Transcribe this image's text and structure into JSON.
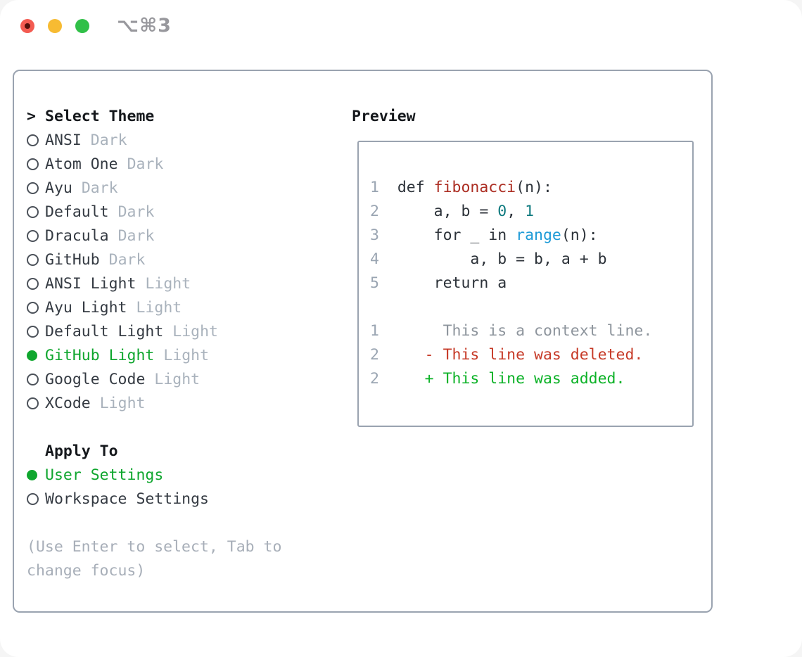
{
  "window": {
    "shortcut_label": "⌥⌘3"
  },
  "colors": {
    "accent_green": "#0fa62e",
    "panel_border": "#9aa3b0",
    "header_text": "#15181c",
    "item_text": "#343a42",
    "variant_text": "#a9b2bc",
    "hint_text": "#a7aeb8",
    "radio_ring": "#4c525a",
    "lineno": "#9aa5b2",
    "plain": "#2c3239",
    "func": "#ac2e23",
    "num": "#0e7a7f",
    "builtin": "#1e9bd7",
    "context": "#8d949c",
    "deleted": "#c63a27",
    "added": "#0cb227",
    "traffic_red": "#f35b51",
    "traffic_yellow": "#f7bb32",
    "traffic_green": "#31c048"
  },
  "theme_panel": {
    "title": "Select Theme",
    "cursor": ">",
    "items": [
      {
        "name": "ANSI",
        "variant": "Dark",
        "selected": false
      },
      {
        "name": "Atom One",
        "variant": "Dark",
        "selected": false
      },
      {
        "name": "Ayu",
        "variant": "Dark",
        "selected": false
      },
      {
        "name": "Default",
        "variant": "Dark",
        "selected": false
      },
      {
        "name": "Dracula",
        "variant": "Dark",
        "selected": false
      },
      {
        "name": "GitHub",
        "variant": "Dark",
        "selected": false
      },
      {
        "name": "ANSI Light",
        "variant": "Light",
        "selected": false
      },
      {
        "name": "Ayu Light",
        "variant": "Light",
        "selected": false
      },
      {
        "name": "Default Light",
        "variant": "Light",
        "selected": false
      },
      {
        "name": "GitHub Light",
        "variant": "Light",
        "selected": true
      },
      {
        "name": "Google Code",
        "variant": "Light",
        "selected": false
      },
      {
        "name": "XCode",
        "variant": "Light",
        "selected": false
      }
    ]
  },
  "apply_panel": {
    "title": "Apply To",
    "items": [
      {
        "name": "User Settings",
        "selected": true
      },
      {
        "name": "Workspace Settings",
        "selected": false
      }
    ]
  },
  "hint": {
    "line1": "(Use Enter to select, Tab to",
    "line2": "change focus)"
  },
  "preview": {
    "title": "Preview",
    "code_lines": [
      {
        "tokens": [
          [
            "lineno",
            "1  "
          ],
          [
            "plain",
            "def "
          ],
          [
            "func",
            "fibonacci"
          ],
          [
            "plain",
            "(n):"
          ]
        ]
      },
      {
        "tokens": [
          [
            "lineno",
            "2  "
          ],
          [
            "plain",
            "    a, b = "
          ],
          [
            "num",
            "0"
          ],
          [
            "plain",
            ", "
          ],
          [
            "num",
            "1"
          ]
        ]
      },
      {
        "tokens": [
          [
            "lineno",
            "3  "
          ],
          [
            "plain",
            "    for _ in "
          ],
          [
            "builtin",
            "range"
          ],
          [
            "plain",
            "(n):"
          ]
        ]
      },
      {
        "tokens": [
          [
            "lineno",
            "4  "
          ],
          [
            "plain",
            "        a, b = b, a + b"
          ]
        ]
      },
      {
        "tokens": [
          [
            "lineno",
            "5  "
          ],
          [
            "plain",
            "    return a"
          ]
        ]
      },
      {
        "tokens": []
      },
      {
        "tokens": [
          [
            "lineno",
            "1  "
          ],
          [
            "context",
            "     This is a context line."
          ]
        ]
      },
      {
        "tokens": [
          [
            "lineno",
            "2  "
          ],
          [
            "deleted",
            "   - This line was deleted."
          ]
        ]
      },
      {
        "tokens": [
          [
            "lineno",
            "2  "
          ],
          [
            "added",
            "   + This line was added."
          ]
        ]
      }
    ]
  }
}
